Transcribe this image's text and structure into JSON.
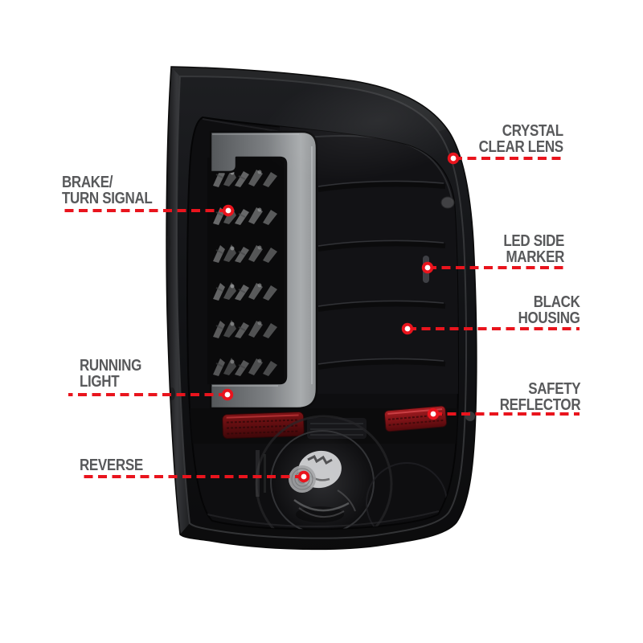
{
  "product": {
    "subject": "smoked-led-tail-light",
    "colors": {
      "background": "#ffffff",
      "housing_black": "#0e0e10",
      "light_bar_gray": "#a8abad",
      "reflector_red": "#8c1518"
    }
  },
  "callouts": {
    "crystal_clear_lens": {
      "label": "CRYSTAL\nCLEAR LENS"
    },
    "brake_turn_signal": {
      "label": "BRAKE/\nTURN SIGNAL"
    },
    "led_side_marker": {
      "label": "LED SIDE\nMARKER"
    },
    "black_housing": {
      "label": "BLACK\nHOUSING"
    },
    "running_light": {
      "label": "RUNNING\nLIGHT"
    },
    "safety_reflector": {
      "label": "SAFETY\nREFLECTOR"
    },
    "reverse": {
      "label": "REVERSE"
    }
  },
  "annotation_style": {
    "line_color": "#e9141d",
    "dot_fill": "#e9141d",
    "dot_core": "#ffffff",
    "text_color": "#58595b"
  }
}
